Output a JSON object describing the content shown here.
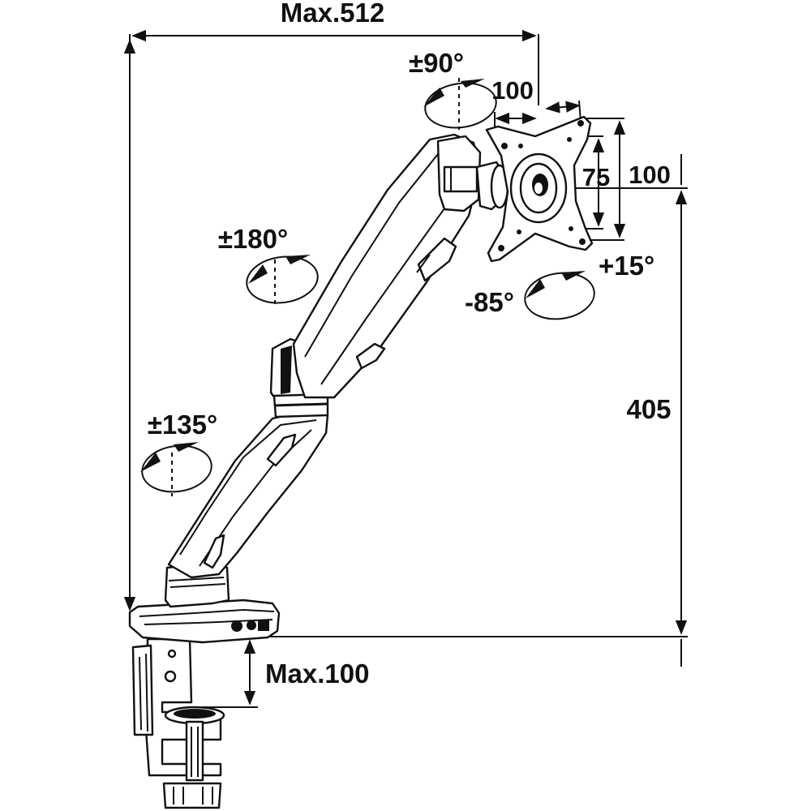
{
  "dimensions": {
    "max_reach": "Max.512",
    "height": "405",
    "clamp_max": "Max.100",
    "vesa_small_width": "75",
    "vesa_large_width": "100",
    "vesa_small_height": "75",
    "vesa_large_height": "100"
  },
  "rotations": {
    "head_swivel": "±90°",
    "upper_arm": "±180°",
    "lower_arm": "±135°",
    "tilt_up": "+15°",
    "tilt_down": "-85°"
  },
  "colors": {
    "line": "#111111",
    "background": "#ffffff"
  }
}
